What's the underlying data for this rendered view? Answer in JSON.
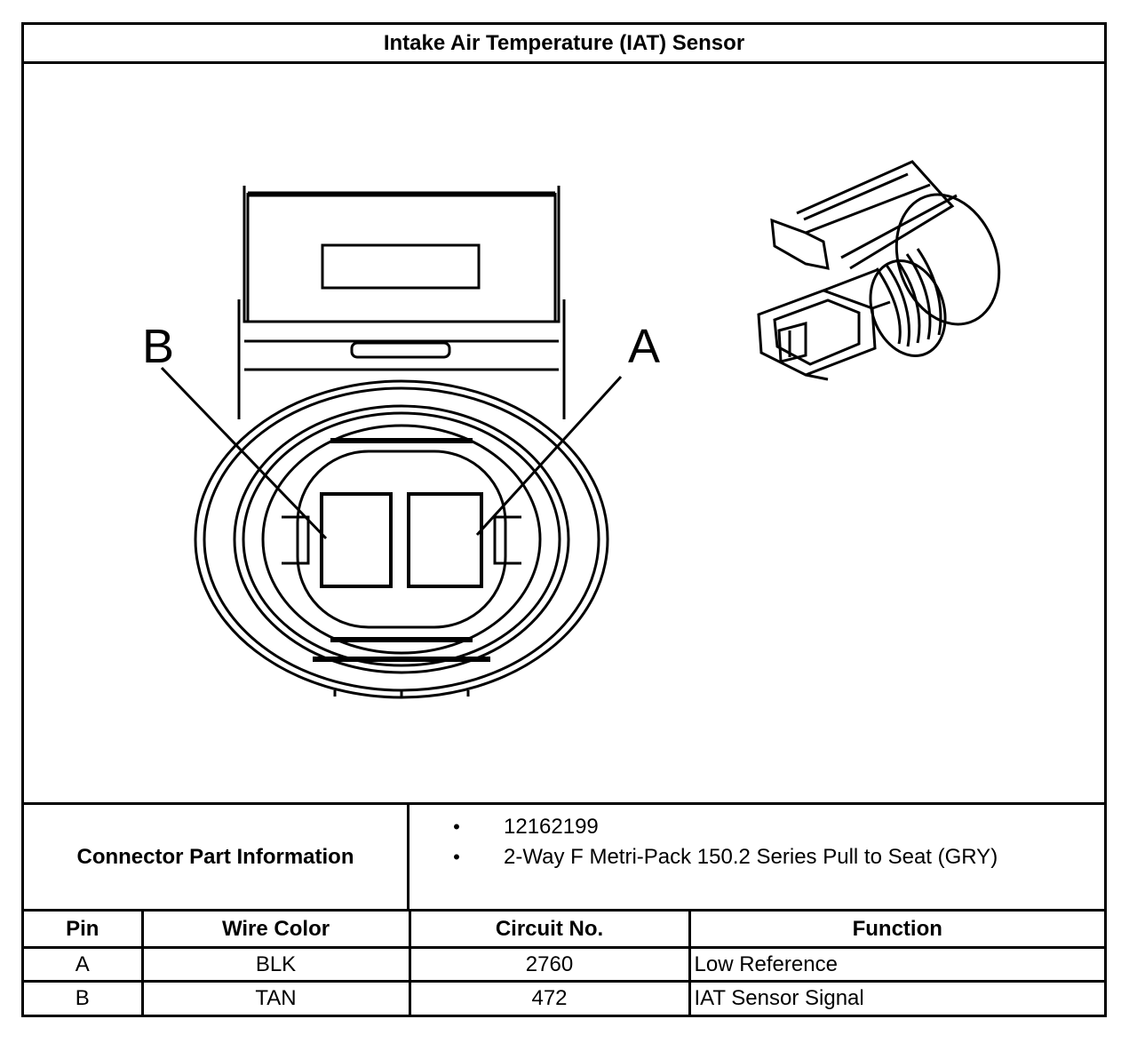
{
  "title": "Intake Air Temperature (IAT) Sensor",
  "diagram": {
    "pin_labels": [
      "B",
      "A"
    ]
  },
  "connector_part_info": {
    "label": "Connector Part Information",
    "items": [
      "12162199",
      "2-Way F Metri-Pack 150.2 Series Pull to Seat (GRY)"
    ]
  },
  "pin_table": {
    "headers": [
      "Pin",
      "Wire Color",
      "Circuit No.",
      "Function"
    ],
    "rows": [
      [
        "A",
        "BLK",
        "2760",
        "Low Reference"
      ],
      [
        "B",
        "TAN",
        "472",
        "IAT Sensor Signal"
      ]
    ]
  }
}
